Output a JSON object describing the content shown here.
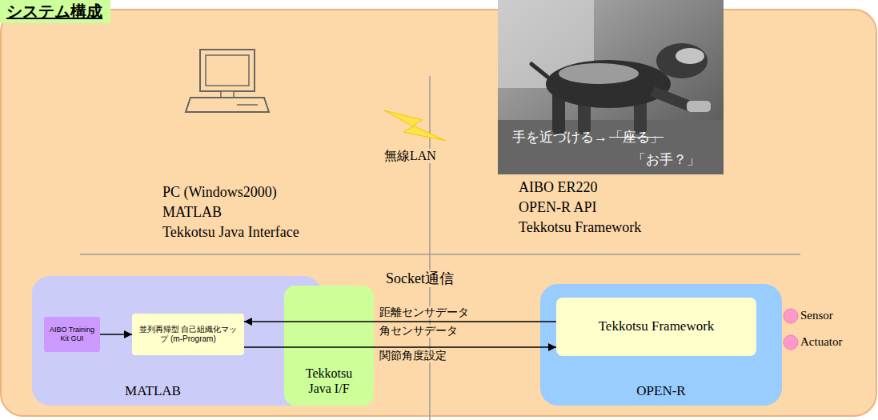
{
  "diagram": {
    "title": "システム構成",
    "nodes": [
      {
        "text": [
          "MATLAB"
        ]
      },
      {
        "text": [
          "AIBO Training Kit GUI"
        ],
        "in": 0
      },
      {
        "text": [
          "並列再帰型 自己組織化マップ (m-Program)"
        ],
        "in": 0
      },
      {
        "text": [
          "Tekkotsu Java I/F"
        ]
      },
      {
        "text": [
          "OPEN-R"
        ]
      },
      {
        "text": [
          "Tekkotsu Framework"
        ],
        "in": 4
      }
    ],
    "edges": [
      {
        "from": 1,
        "to": 2,
        "arrow": "to"
      },
      {
        "from": 5,
        "to": 2,
        "arrow": "to",
        "label": "距離センサデータ"
      },
      {
        "from": 2,
        "to": 5,
        "arrow": "to",
        "label": "関節角度設定"
      }
    ],
    "labels": [
      "無線LAN",
      "手を近づける→",
      "「座る」",
      "「お手？」",
      "PC (Windows2000)",
      "MATLAB",
      "Tekkotsu Java Interface",
      "AIBO ER220",
      "OPEN-R API",
      "Tekkotsu Framework",
      "Socket通信",
      "角センサデータ",
      "Sensor",
      "Actuator"
    ]
  }
}
